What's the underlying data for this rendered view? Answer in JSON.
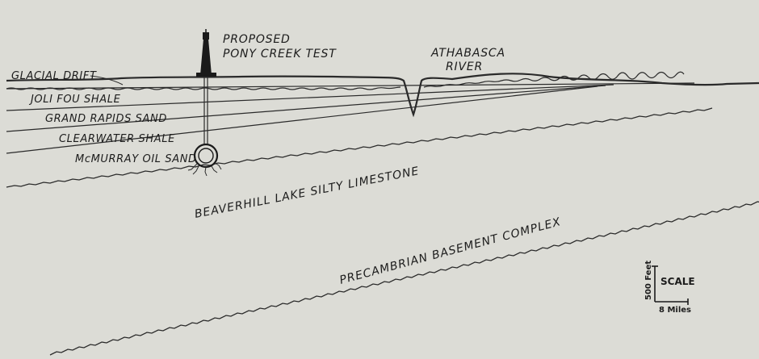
{
  "well": {
    "label_line1": "PROPOSED",
    "label_line2": "PONY CREEK TEST"
  },
  "river": {
    "label_line1": "ATHABASCA",
    "label_line2": "RIVER"
  },
  "layers": {
    "glacial_drift": "GLACIAL DRIFT",
    "joli_fou": "JOLI FOU SHALE",
    "grand_rapids": "GRAND RAPIDS SAND",
    "clearwater": "CLEARWATER SHALE",
    "mcmurray": "McMURRAY OIL SAND",
    "beaverhill": "BEAVERHILL LAKE SILTY LIMESTONE",
    "precambrian": "PRECAMBRIAN BASEMENT COMPLEX"
  },
  "scale": {
    "label": "SCALE",
    "vertical": "500 Feet",
    "horizontal": "8 Miles"
  },
  "colors": {
    "paper": "#dcdcd6",
    "ink": "#2a2a2a"
  }
}
